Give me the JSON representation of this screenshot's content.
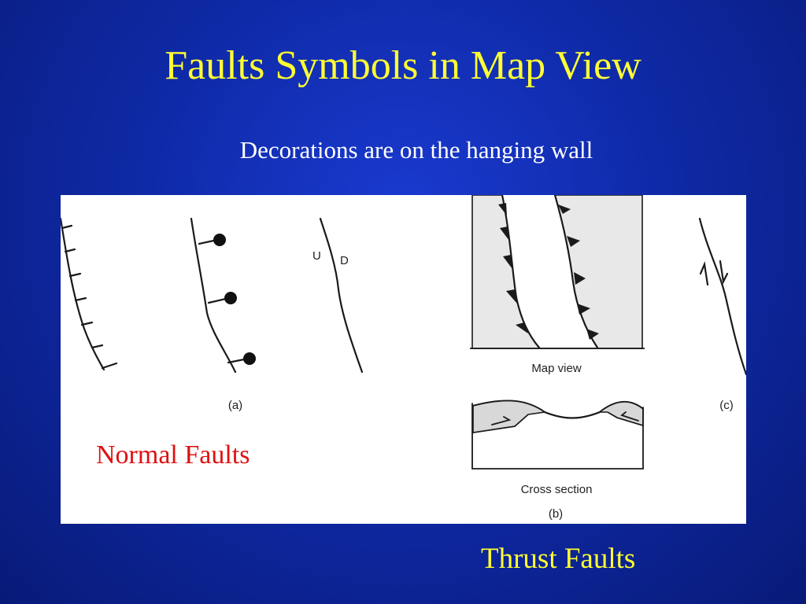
{
  "slide": {
    "title": "Faults Symbols in Map View",
    "subtitle": "Decorations are on the hanging wall"
  },
  "figure": {
    "part_a": {
      "label": "(a)",
      "up_label": "U",
      "down_label": "D"
    },
    "part_b": {
      "map_view_label": "Map view",
      "cross_section_label": "Cross section",
      "label": "(b)"
    },
    "part_c": {
      "label": "(c)"
    }
  },
  "captions": {
    "normal_faults": "Normal Faults",
    "thrust_faults": "Thrust Faults"
  }
}
